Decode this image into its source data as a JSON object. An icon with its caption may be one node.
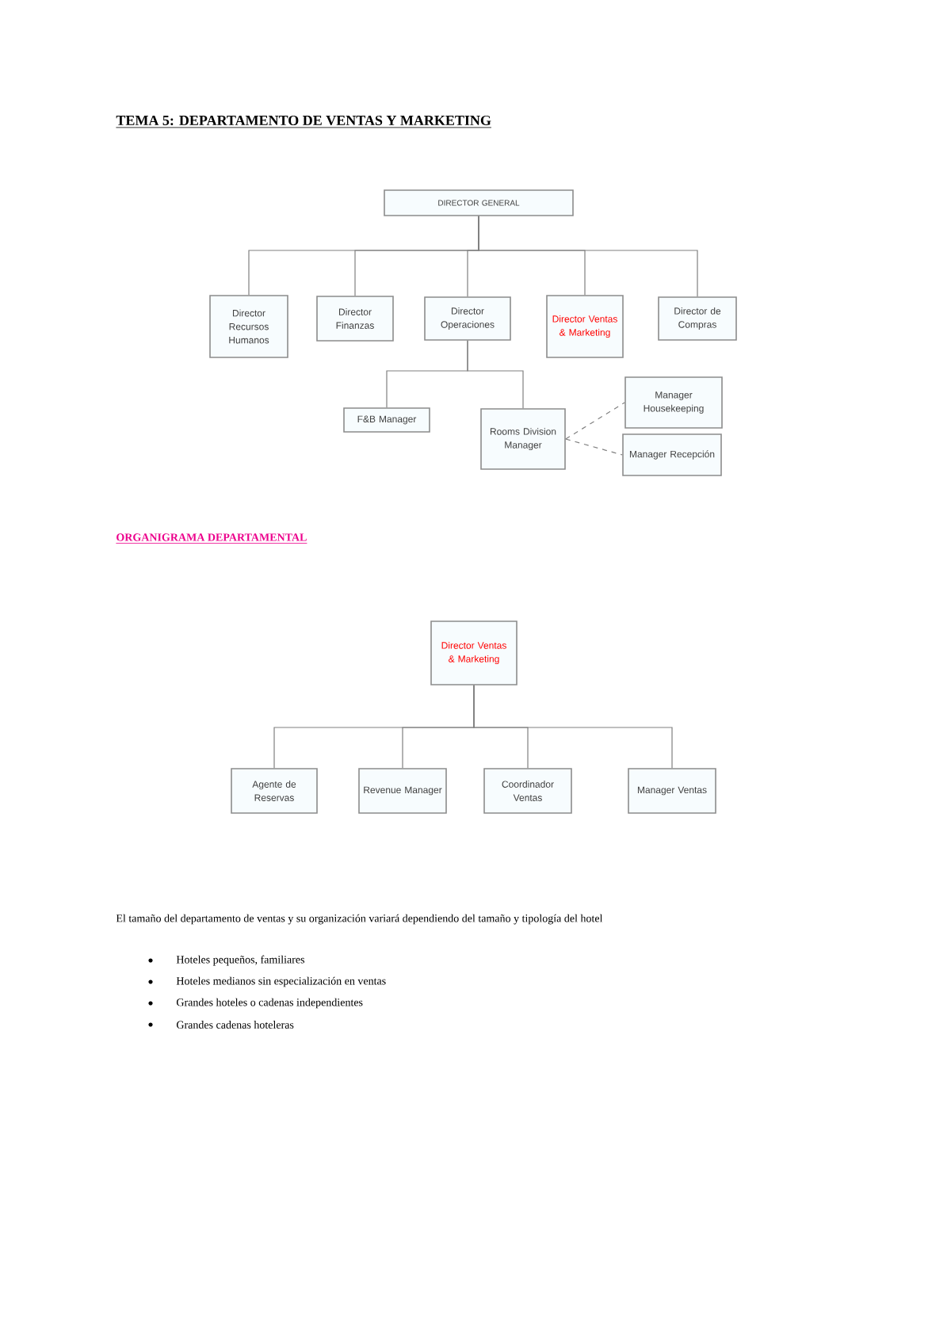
{
  "diagram": {
    "title": "TEMA 5: DEPARTAMENTO DE VENTAS Y MARKETING",
    "nodes": [
      {
        "text": [
          "DIRECTOR GENERAL"
        ]
      },
      {
        "text": [
          "Director Recursos Humanos"
        ]
      },
      {
        "text": [
          "Director Finanzas"
        ]
      },
      {
        "text": [
          "Director Operaciones"
        ]
      },
      {
        "text": [
          "Director Ventas & Marketing"
        ]
      },
      {
        "text": [
          "Director de Compras"
        ]
      },
      {
        "text": [
          "F&B Manager"
        ]
      },
      {
        "text": [
          "Rooms Division Manager"
        ]
      },
      {
        "text": [
          "Manager Housekeeping"
        ]
      },
      {
        "text": [
          "Manager Recepción"
        ]
      },
      {
        "text": [
          "Director Ventas & Marketing"
        ]
      },
      {
        "text": [
          "Agente de Reservas"
        ]
      },
      {
        "text": [
          "Revenue Manager"
        ]
      },
      {
        "text": [
          "Coordinador Ventas"
        ]
      },
      {
        "text": [
          "Manager Ventas"
        ]
      }
    ],
    "edges": [
      {
        "from": 0,
        "to": 1,
        "arrow": "none"
      },
      {
        "from": 0,
        "to": 2,
        "arrow": "none"
      },
      {
        "from": 0,
        "to": 3,
        "arrow": "none"
      },
      {
        "from": 0,
        "to": 4,
        "arrow": "none"
      },
      {
        "from": 0,
        "to": 5,
        "arrow": "none"
      },
      {
        "from": 3,
        "to": 6,
        "arrow": "none"
      },
      {
        "from": 3,
        "to": 7,
        "arrow": "none"
      },
      {
        "from": 7,
        "to": 8,
        "arrow": "none",
        "style": "dashed"
      },
      {
        "from": 7,
        "to": 9,
        "arrow": "none",
        "style": "dashed"
      },
      {
        "from": 10,
        "to": 11,
        "arrow": "none"
      },
      {
        "from": 10,
        "to": 12,
        "arrow": "none"
      },
      {
        "from": 10,
        "to": 13,
        "arrow": "none"
      },
      {
        "from": 10,
        "to": 14,
        "arrow": "none"
      }
    ],
    "labels": [
      "ORGANIGRAMA DEPARTAMENTAL",
      "El tamaño del departamento de ventas y su organización variará dependiendo del tamaño y tipología del hotel",
      "Hoteles pequeños, familiares",
      "Hoteles medianos sin especialización en ventas",
      "Grandes hoteles o cadenas independientes",
      "Grandes cadenas hoteleras"
    ]
  }
}
